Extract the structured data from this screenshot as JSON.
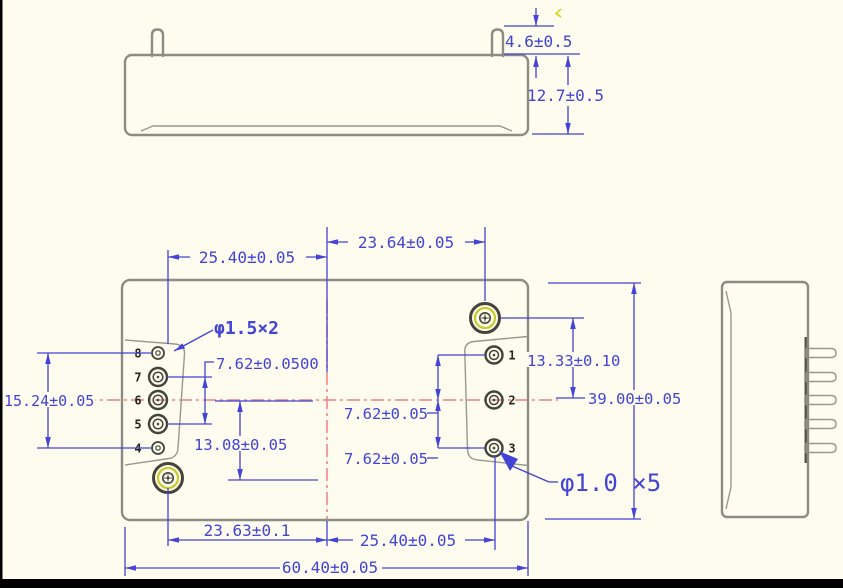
{
  "colors": {
    "dimension_blue": "#4343d8",
    "centerline_red": "#f28080",
    "body_gray": "#8c8c85",
    "hole_ring_yellow": "#c9c92a",
    "background_cream": "#fdfcee",
    "frame_black": "#000000"
  },
  "views": {
    "top": {
      "dim_pin_height": "4.6±0.5",
      "dim_body_height": "12.7±0.5"
    },
    "front": {
      "dim_top_left": "25.40±0.05",
      "dim_top_right": "23.64±0.05",
      "label_small_holes": "φ1.5×2",
      "dim_left_span": "15.24±0.05",
      "dim_left_pitch": "7.62±0.0500",
      "dim_left_offset": "13.08±0.05",
      "dim_hole_to_pin": "13.33±0.10",
      "dim_right_pitch_upper": "7.62±0.05",
      "dim_right_pitch_lower": "7.62±0.05",
      "dim_body_height": "39.00±0.05",
      "label_pin_holes": "φ1.0 ×5",
      "dim_bottom_left": "23.63±0.1",
      "dim_bottom_right": "25.40±0.05",
      "dim_body_width": "60.40±0.05",
      "left_pins": [
        "8",
        "7",
        "6",
        "5",
        "4"
      ],
      "right_pins": [
        "1",
        "2",
        "3"
      ]
    }
  }
}
